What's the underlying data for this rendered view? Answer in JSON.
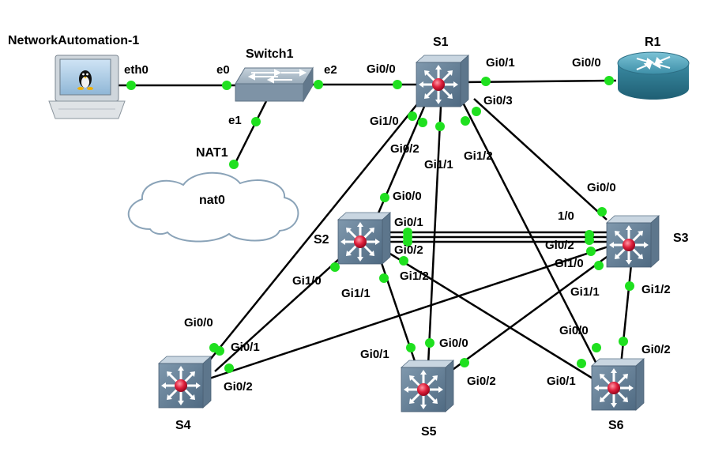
{
  "colors": {
    "link": "#000000",
    "port_dot": "#1fe01f",
    "switch_body": "#6f8aa0",
    "cloud": "#ffffff",
    "router": "#3f8fa6"
  },
  "nodes": {
    "host": {
      "name": "NetworkAutomation-1",
      "icon": "linux-workstation-icon"
    },
    "switch1": {
      "name": "Switch1",
      "icon": "ethernet-switch-icon"
    },
    "nat1": {
      "name": "NAT1",
      "label": "nat0",
      "icon": "cloud-icon"
    },
    "r1": {
      "name": "R1",
      "icon": "router-icon"
    },
    "s1": {
      "name": "S1",
      "icon": "multilayer-switch-icon"
    },
    "s2": {
      "name": "S2",
      "icon": "multilayer-switch-icon"
    },
    "s3": {
      "name": "S3",
      "icon": "multilayer-switch-icon"
    },
    "s4": {
      "name": "S4",
      "icon": "multilayer-switch-icon"
    },
    "s5": {
      "name": "S5",
      "icon": "multilayer-switch-icon"
    },
    "s6": {
      "name": "S6",
      "icon": "multilayer-switch-icon"
    }
  },
  "ports": {
    "host_eth0": "eth0",
    "sw1_e0": "e0",
    "sw1_e1": "e1",
    "sw1_e2": "e2",
    "s1_gi00": "Gi0/0",
    "s1_gi01": "Gi0/1",
    "s1_gi03": "Gi0/3",
    "s1_gi10": "Gi1/0",
    "s1_gi02": "Gi0/2",
    "s1_gi11": "Gi1/1",
    "s1_gi12": "Gi1/2",
    "r1_gi00": "Gi0/0",
    "s2_gi00": "Gi0/0",
    "s2_gi01": "Gi0/1",
    "s2_gi02": "Gi0/2",
    "s2_gi10": "Gi1/0",
    "s2_gi11": "Gi1/1",
    "s2_gi12": "Gi1/2",
    "s3_gi00": "Gi0/0",
    "s3_10": "1/0",
    "s3_gi02": "Gi0/2",
    "s3_gi10": "Gi1/0",
    "s3_gi11": "Gi1/1",
    "s3_gi12": "Gi1/2",
    "s4_gi00": "Gi0/0",
    "s4_gi01": "Gi0/1",
    "s4_gi02": "Gi0/2",
    "s5_gi01": "Gi0/1",
    "s5_gi00": "Gi0/0",
    "s5_gi02": "Gi0/2",
    "s6_gi00": "Gi0/0",
    "s6_gi01": "Gi0/1",
    "s6_gi02": "Gi0/2"
  }
}
